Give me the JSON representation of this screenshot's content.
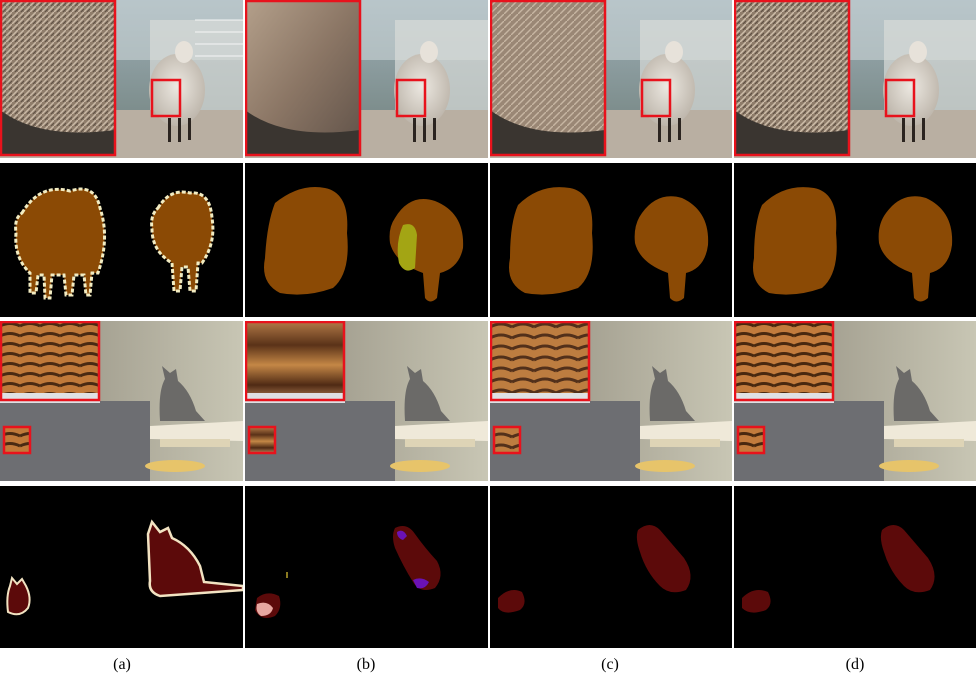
{
  "captions": [
    "(a)",
    "(b)",
    "(c)",
    "(d)"
  ],
  "colors": {
    "sheep_mask": "#8b4a05",
    "sheep_outline": "#f2ecc2",
    "sheep_overlap": "#a3a514",
    "cat_mask": "#5c0a0a",
    "cat_outline": "#f2e3c2",
    "cat_pink": "#e7a7a0",
    "cat_purple": "#6a12b5",
    "zoom_box": "#e8121c",
    "background": "#000000"
  },
  "rows": [
    {
      "kind": "sheep-photo",
      "icon": "sheep-photo-icon"
    },
    {
      "kind": "sheep-segmentation-mask",
      "icon": "sheep-mask-icon"
    },
    {
      "kind": "cat-photo",
      "icon": "cat-photo-icon"
    },
    {
      "kind": "cat-segmentation-mask",
      "icon": "cat-mask-icon"
    }
  ]
}
